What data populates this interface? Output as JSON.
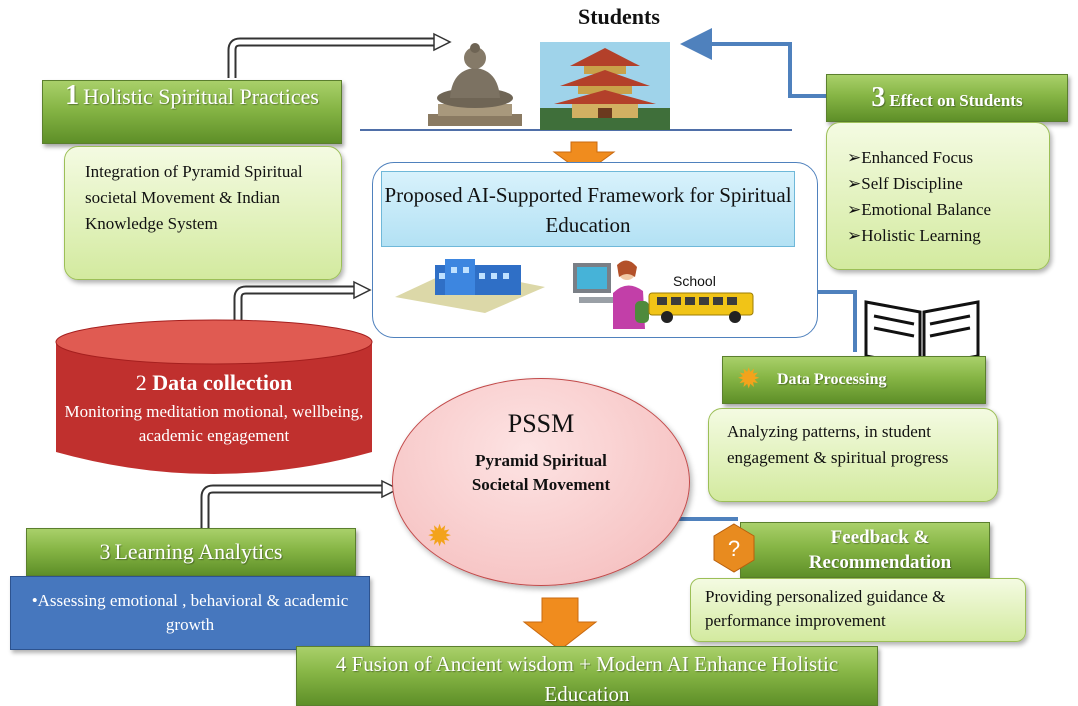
{
  "header": {
    "title_prefix": "",
    "title_line2": "Students"
  },
  "box_holistic": {
    "num": "1",
    "title": "Holistic Spiritual Practices",
    "text": "Integration of Pyramid Spiritual societal Movement & Indian Knowledge System"
  },
  "box_effect": {
    "num": "3",
    "title": "Effect on Students",
    "items": [
      "Enhanced Focus",
      "Self  Discipline",
      "Emotional Balance",
      "Holistic Learning"
    ]
  },
  "framework": {
    "title": "Proposed AI-Supported Framework for Spiritual Education",
    "school_label": "School"
  },
  "box_data_collection": {
    "num": "2",
    "title": "Data collection",
    "text": "Monitoring meditation motional, wellbeing, academic engagement"
  },
  "box_data_processing": {
    "title": "Data Processing",
    "text": "Analyzing patterns, in student engagement & spiritual progress"
  },
  "pssm": {
    "abbr": "PSSM",
    "full": "Pyramid Spiritual Societal Movement"
  },
  "box_learning": {
    "num": "3",
    "title": "Learning Analytics",
    "text": "•Assessing emotional , behavioral & academic growth"
  },
  "box_feedback": {
    "title": "Feedback & Recommendation",
    "text": "Providing personalized guidance & performance improvement",
    "icon_glyph": "?"
  },
  "box_fusion": {
    "num": "4",
    "title": "Fusion of Ancient wisdom + Modern AI  Enhance Holistic Education"
  },
  "colors": {
    "green_dark": "#5e8f28",
    "green_light": "#a9d06a",
    "red": "#c0302e",
    "blue_box": "#4677be",
    "cyan_box": "#b9e6f8",
    "orange_arrow": "#f08c1e",
    "blue_arrow": "#4f81bd",
    "pssm_fill": "#f6c6c6"
  }
}
